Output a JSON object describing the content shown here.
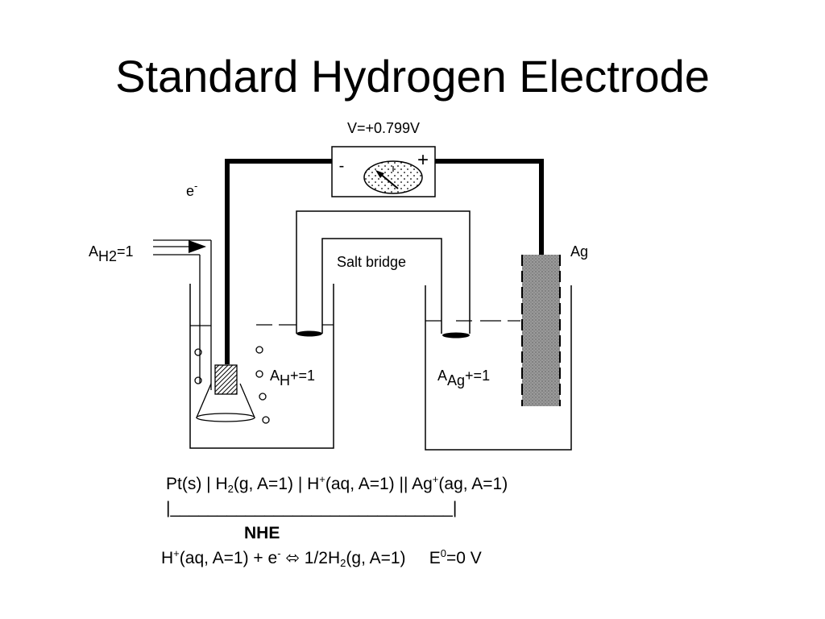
{
  "slide": {
    "title": "Standard Hydrogen Electrode"
  },
  "diagram": {
    "voltage": "V=+0.799V",
    "meter_minus": "-",
    "meter_plus": "+",
    "electron": "e",
    "electron_sup": "-",
    "h2_activity": {
      "a": "A",
      "sub": "H2",
      "rest": "=1"
    },
    "salt_bridge": "Salt bridge",
    "silver_label": "Ag",
    "h_activity": {
      "a": "A",
      "sub": "H",
      "rest": "+=1"
    },
    "ag_activity": {
      "a": "A",
      "sub": "Ag",
      "rest": "+=1"
    }
  },
  "notation": {
    "cell": {
      "p1": "Pt(s) | H",
      "s1": "2",
      "p2": "(g, A=1) | H",
      "sp1": "+",
      "p3": "(aq, A=1) || Ag",
      "sp2": "+",
      "p4": "(ag, A=1)"
    },
    "bracket": "|______________________________|",
    "nhe": "NHE",
    "half_reaction": {
      "p1": "H",
      "sp1": "+",
      "p2": "(aq, A=1) + e",
      "sp2": "-",
      "arrow": " ⬄ ",
      "p3": "1/2H",
      "s1": "2",
      "p4": "(g, A=1)",
      "gap": "     ",
      "e": "E",
      "sp3": "0",
      "p5": "=0 V"
    }
  }
}
